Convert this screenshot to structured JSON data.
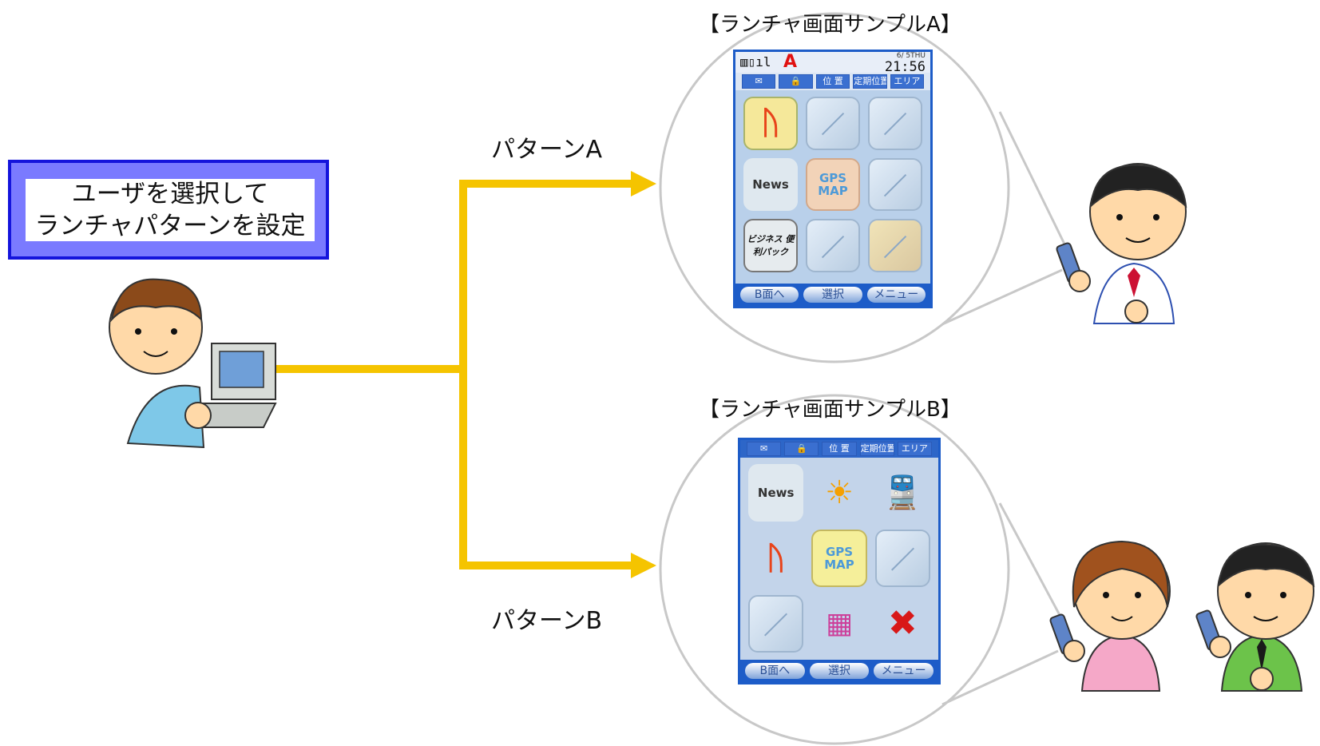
{
  "admin": {
    "line1": "ユーザを選択して",
    "line2": "ランチャパターンを設定"
  },
  "pattern_a": {
    "label": "パターンA",
    "title": "【ランチャ画面サンプルA】",
    "screen": {
      "status_letter": "A",
      "date": "6/ 5THU",
      "time": "21:56",
      "tabs": [
        "✉",
        "🔒",
        "位 置",
        "定期位置",
        "エリア"
      ],
      "icons": [
        "",
        "",
        "",
        "News",
        "GPS MAP",
        "",
        "ビジネス 便利パック",
        "",
        ""
      ],
      "softkeys": [
        "B面へ",
        "選択",
        "メニュー"
      ]
    }
  },
  "pattern_b": {
    "label": "パターンB",
    "title": "【ランチャ画面サンプルB】",
    "screen": {
      "tabs": [
        "✉",
        "🔒",
        "位 置",
        "定期位置",
        "エリア"
      ],
      "icons": [
        "News",
        "",
        "",
        "",
        "GPS MAP",
        "",
        "",
        "",
        ""
      ],
      "softkeys": [
        "B面へ",
        "選択",
        "メニュー"
      ]
    }
  },
  "colors": {
    "connector": "#f5c400",
    "admin_border": "#1414dc",
    "admin_fill": "#7a7aff",
    "screen_frame": "#1d5cc8",
    "zoom_circle": "#c8c8c8"
  }
}
